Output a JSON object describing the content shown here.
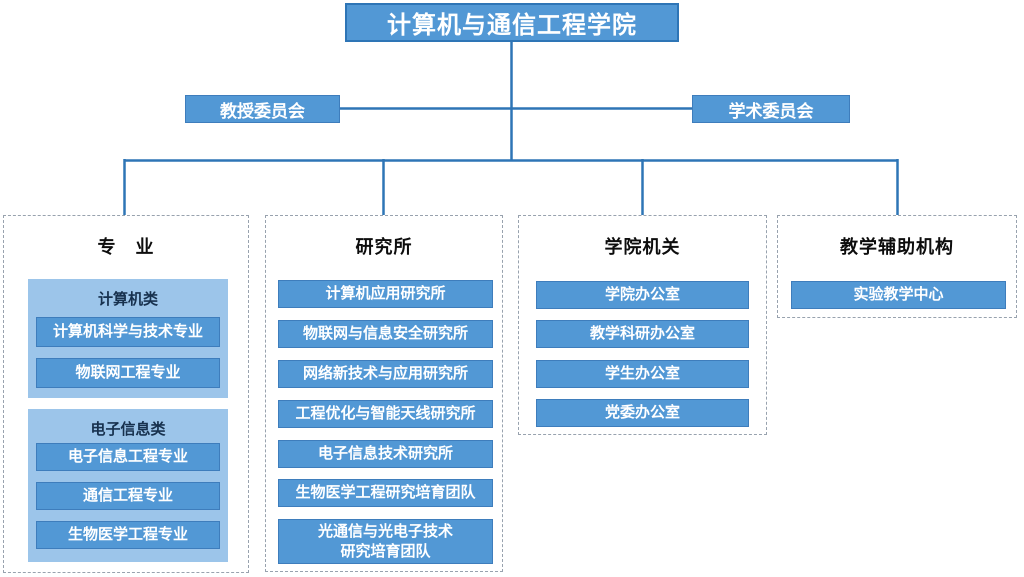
{
  "root": {
    "title": "计算机与通信工程学院"
  },
  "committees": {
    "left": "教授委员会",
    "right": "学术委员会"
  },
  "columns": {
    "majors": {
      "title": "专　业",
      "groups": {
        "computer": {
          "title": "计算机类",
          "items": [
            "计算机科学与技术专业",
            "物联网工程专业"
          ]
        },
        "electronic": {
          "title": "电子信息类",
          "items": [
            "电子信息工程专业",
            "通信工程专业",
            "生物医学工程专业"
          ]
        }
      }
    },
    "institutes": {
      "title": "研究所",
      "items": [
        "计算机应用研究所",
        "物联网与信息安全研究所",
        "网络新技术与应用研究所",
        "工程优化与智能天线研究所",
        "电子信息技术研究所",
        "生物医学工程研究培育团队",
        "光通信与光电子技术\n研究培育团队"
      ]
    },
    "offices": {
      "title": "学院机关",
      "items": [
        "学院办公室",
        "教学科研办公室",
        "学生办公室",
        "党委办公室"
      ]
    },
    "support": {
      "title": "教学辅助机构",
      "items": [
        "实验教学中心"
      ]
    }
  },
  "colors": {
    "box_fill": "#5298D5",
    "box_border": "#3E7DBC",
    "group_fill": "#9CC5EA",
    "top_box_border": "#2E75B6",
    "connector_line": "#2E75B6",
    "dashed_border": "#98A2AE",
    "group_title_text": "#17314E",
    "box_text": "#FFFFFF",
    "title_text": "#0D0D0D"
  }
}
